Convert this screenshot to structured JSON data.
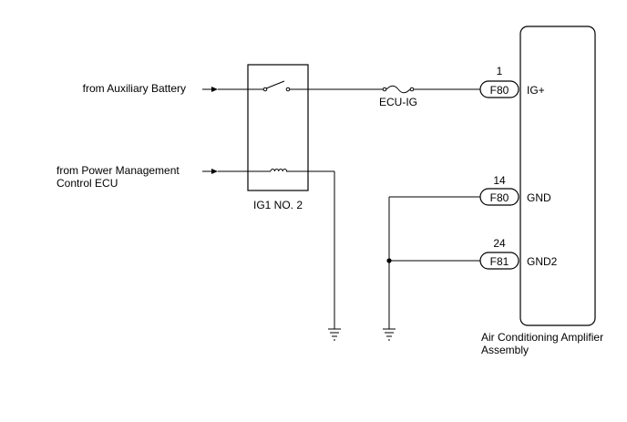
{
  "inputs": {
    "aux_battery": "from Auxiliary Battery",
    "pm_ecu_line1": "from Power Management",
    "pm_ecu_line2": "Control ECU"
  },
  "relay": {
    "label": "IG1 NO. 2"
  },
  "fuse": {
    "label": "ECU-IG"
  },
  "amplifier": {
    "name_line1": "Air Conditioning Amplifier",
    "name_line2": "Assembly"
  },
  "pins": [
    {
      "pin": "1",
      "connector": "F80",
      "terminal": "IG+"
    },
    {
      "pin": "14",
      "connector": "F80",
      "terminal": "GND"
    },
    {
      "pin": "24",
      "connector": "F81",
      "terminal": "GND2"
    }
  ]
}
